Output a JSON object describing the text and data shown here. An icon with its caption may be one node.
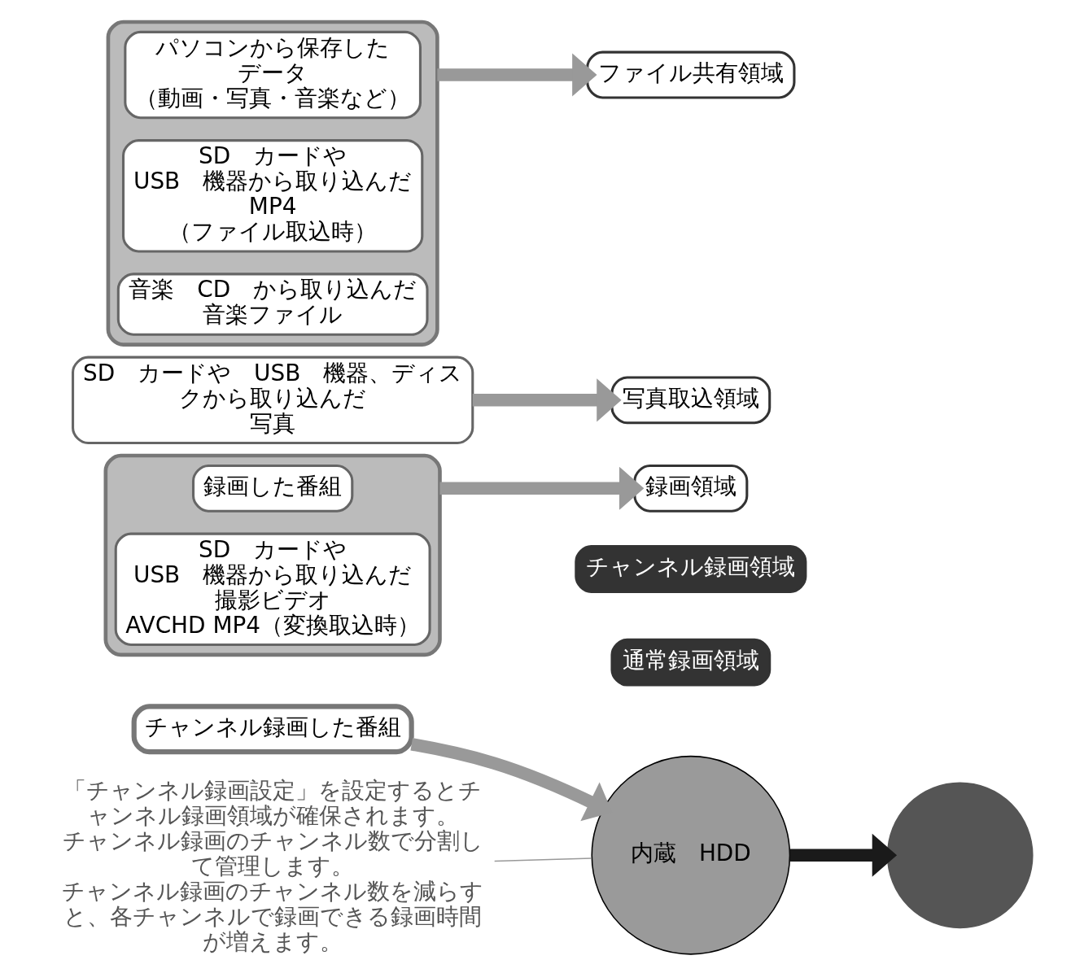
{
  "diagram": {
    "nodes": [
      {
        "text": [
          "内蔵　HDD"
        ]
      },
      {
        "text": [
          "通常録画領域"
        ]
      },
      {
        "text": [
          "チャンネル録画領域"
        ]
      },
      {
        "text": [],
        "shape": "box"
      },
      {
        "text": [
          "録画した番組"
        ],
        "in": 3
      },
      {
        "text": [
          "SD　カードや USB　機器から取り込んだ",
          "撮影ビデオ",
          "AVCHD MP4（変換取込時）"
        ],
        "in": 3
      },
      {
        "text": [
          "チャンネル録画した番組"
        ]
      },
      {
        "text": [
          "「チャンネル録画設定」を設定するとチャンネル録画領域が確保されます。",
          "チャンネル録画のチャンネル数で分割して管理します。",
          "チャンネル録画のチャンネル数を減らすと、各チャンネルで録画できる録画時間が増えます。"
        ]
      },
      {
        "text": [],
        "shape": "semicircle"
      },
      {
        "text": [
          "録画領域"
        ]
      },
      {
        "text": [
          "写真取込領域"
        ]
      },
      {
        "text": [
          "ファイル共有領域"
        ]
      },
      {
        "text": [
          "SD　カードや　USB　機器、ディスクから取り込んだ",
          "写真"
        ]
      },
      {
        "text": [],
        "shape": "box"
      },
      {
        "text": [
          "パソコンから保存した",
          "データ",
          "（動画・写真・音楽など）"
        ],
        "in": 13
      },
      {
        "text": [
          "SD　カードや USB　機器から取り込んだ",
          "MP4",
          "（ファイル取込時）"
        ],
        "in": 13
      },
      {
        "text": [
          "音楽　CD　から取り込んだ",
          "音楽ファイル"
        ],
        "in": 13
      }
    ],
    "edges": [
      {
        "from": 3,
        "to": 9,
        "arrow": "to"
      },
      {
        "from": 0,
        "to": 8,
        "arrow": "to",
        "color": "#1a1a1a"
      },
      {
        "from": 6,
        "to": 0,
        "arrow": "to"
      },
      {
        "from": 7,
        "to": 0,
        "arrow": "none"
      },
      {
        "from": 12,
        "to": 10,
        "arrow": "to"
      },
      {
        "from": 13,
        "to": 11,
        "arrow": "to"
      }
    ]
  }
}
